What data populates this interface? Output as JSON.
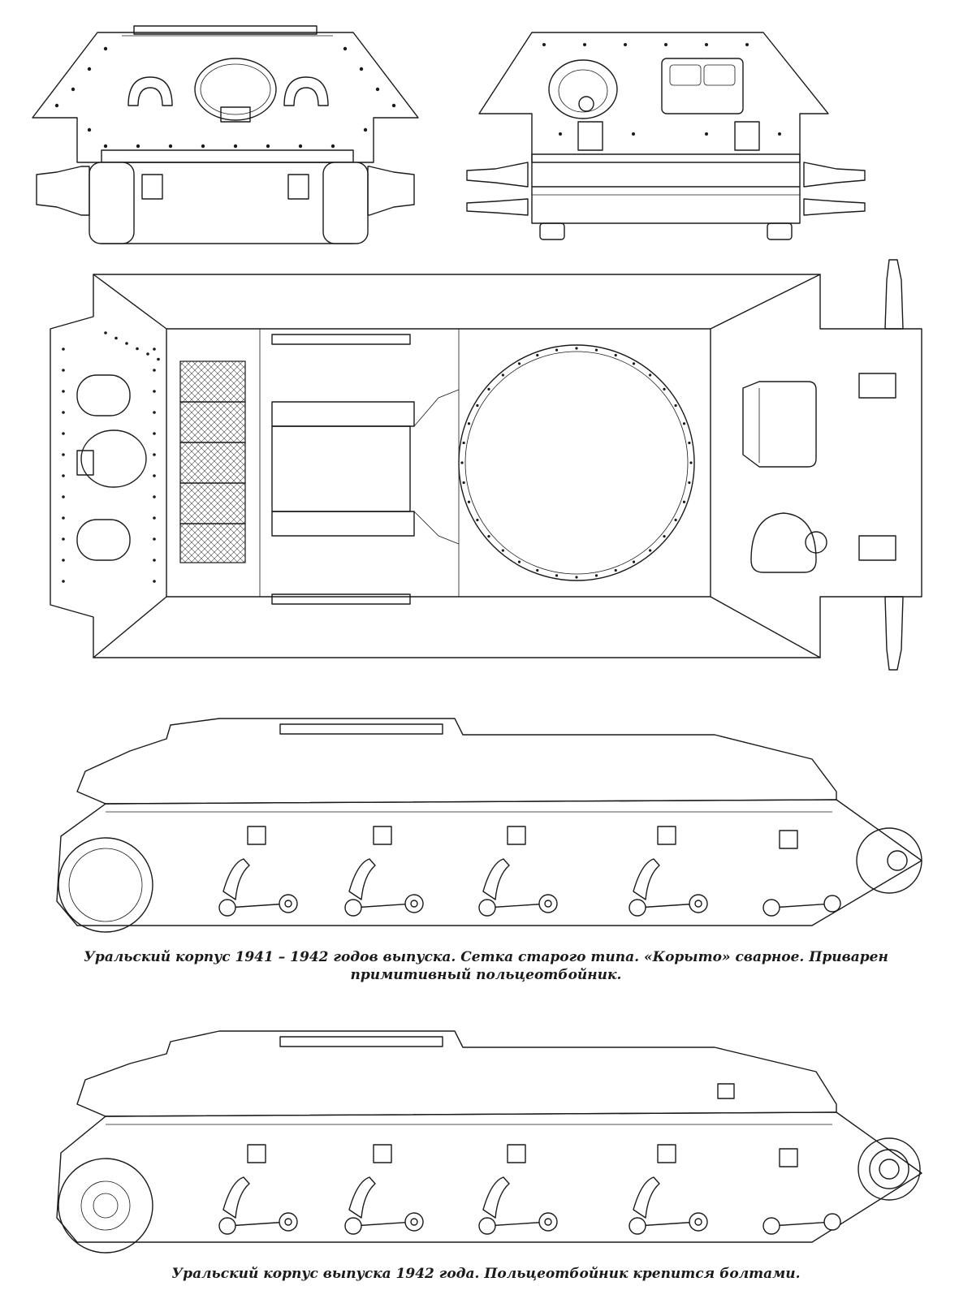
{
  "captions": {
    "caption_1_line_1": "Уральский корпус 1941 – 1942 годов выпуска. Сетка старого типа. «Корыто» сварное. Приварен",
    "caption_1_line_2": "примитивный польцеотбойник.",
    "caption_2": "Уральский корпус выпуска 1942 года. Польцеотбойник крепится болтами."
  },
  "colors": {
    "ink": "#1a1a1a",
    "paper": "#ffffff"
  }
}
